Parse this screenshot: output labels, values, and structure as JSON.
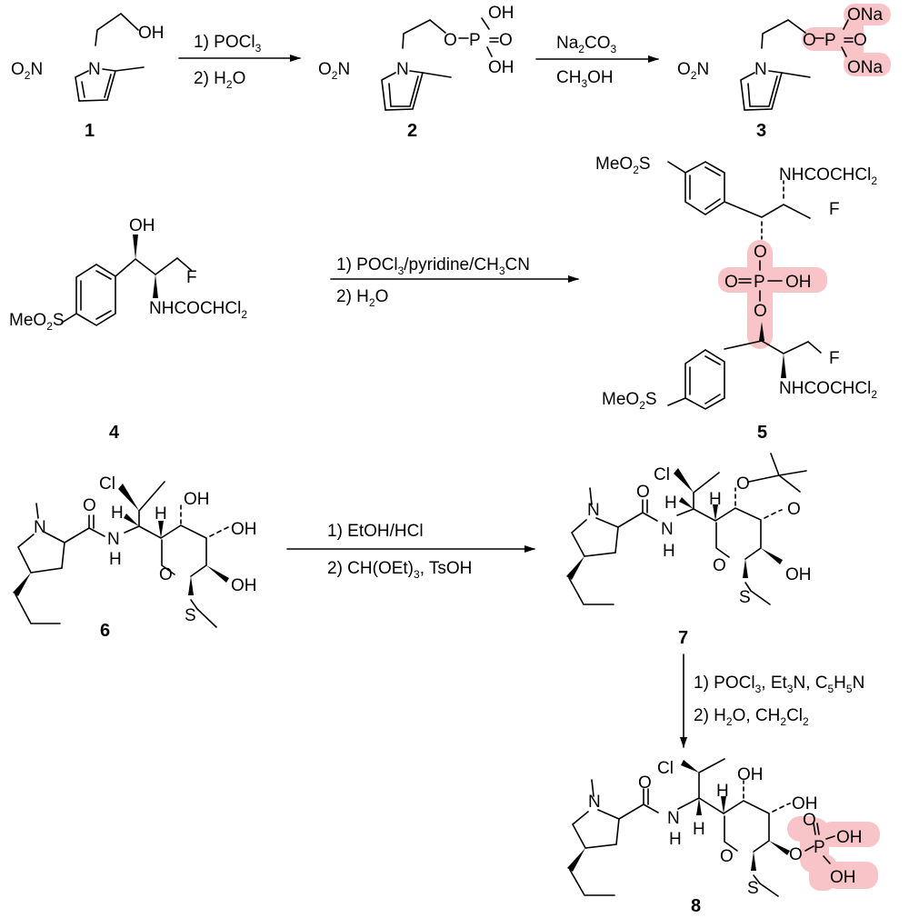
{
  "scheme": {
    "highlight_color": "#f8c4c8",
    "compounds": [
      {
        "id": "1",
        "label": "1",
        "groups": {
          "nitro": "O2N",
          "ring_n": "N",
          "oh": "OH"
        }
      },
      {
        "id": "2",
        "label": "2",
        "groups": {
          "nitro": "O2N",
          "ring_n": "N",
          "o": "O",
          "p": "P",
          "o_dbl": "O",
          "oh_top": "OH",
          "oh_bot": "OH"
        }
      },
      {
        "id": "3",
        "label": "3",
        "groups": {
          "nitro": "O2N",
          "ring_n": "N",
          "o": "O",
          "p": "P",
          "o_dbl": "O",
          "ona_top": "ONa",
          "ona_bot": "ONa"
        }
      },
      {
        "id": "4",
        "label": "4",
        "groups": {
          "oh": "OH",
          "f": "F",
          "amide": "NHCOCHCl2",
          "sulfone": "MeO2S"
        }
      },
      {
        "id": "5",
        "label": "5",
        "groups": {
          "sulfone_top": "MeO2S",
          "amide_top": "NHCOCHCl2",
          "f_top": "F",
          "o_top": "O",
          "p": "P",
          "o_dbl": "O",
          "oh": "OH",
          "o_bot": "O",
          "f_bot": "F",
          "sulfone_bot": "MeO2S",
          "amide_bot": "NHCOCHCl2"
        }
      },
      {
        "id": "6",
        "label": "6",
        "groups": {
          "n_ring": "N",
          "o_carbonyl": "O",
          "cl": "Cl",
          "h1": "H",
          "nh_n": "N",
          "nh_h": "H",
          "h2": "H",
          "oh1": "OH",
          "oh2": "OH",
          "oh3": "OH",
          "o_ring": "O",
          "s": "S"
        }
      },
      {
        "id": "7",
        "label": "7",
        "groups": {
          "n_ring": "N",
          "o_carbonyl": "O",
          "cl": "Cl",
          "h1": "H",
          "nh_n": "N",
          "nh_h": "H",
          "h2": "H",
          "o_acetal1": "O",
          "o_acetal2": "O",
          "oh": "OH",
          "o_ring": "O",
          "s": "S"
        }
      },
      {
        "id": "8",
        "label": "8",
        "groups": {
          "n_ring": "N",
          "o_carbonyl": "O",
          "cl": "Cl",
          "h1": "H",
          "nh_n": "N",
          "nh_h": "H",
          "h2": "H",
          "oh1": "OH",
          "oh2": "OH",
          "o_ring": "O",
          "s": "S",
          "o_phos": "O",
          "p": "P",
          "o_dbl": "O",
          "oh_p1": "OH",
          "oh_p2": "OH"
        }
      }
    ],
    "reactions": [
      {
        "from": "1",
        "to": "2",
        "conditions": [
          "1) POCl3",
          "2) H2O"
        ]
      },
      {
        "from": "2",
        "to": "3",
        "conditions": [
          "Na2CO3",
          "CH3OH"
        ]
      },
      {
        "from": "4",
        "to": "5",
        "conditions": [
          "1) POCl3/pyridine/CH3CN",
          "2) H2O"
        ]
      },
      {
        "from": "6",
        "to": "7",
        "conditions": [
          "1) EtOH/HCl",
          "2) CH(OEt)3, TsOH"
        ]
      },
      {
        "from": "7",
        "to": "8",
        "conditions": [
          "1) POCl3, Et3N, C5H5N",
          "2) H2O, CH2Cl2"
        ]
      }
    ]
  }
}
